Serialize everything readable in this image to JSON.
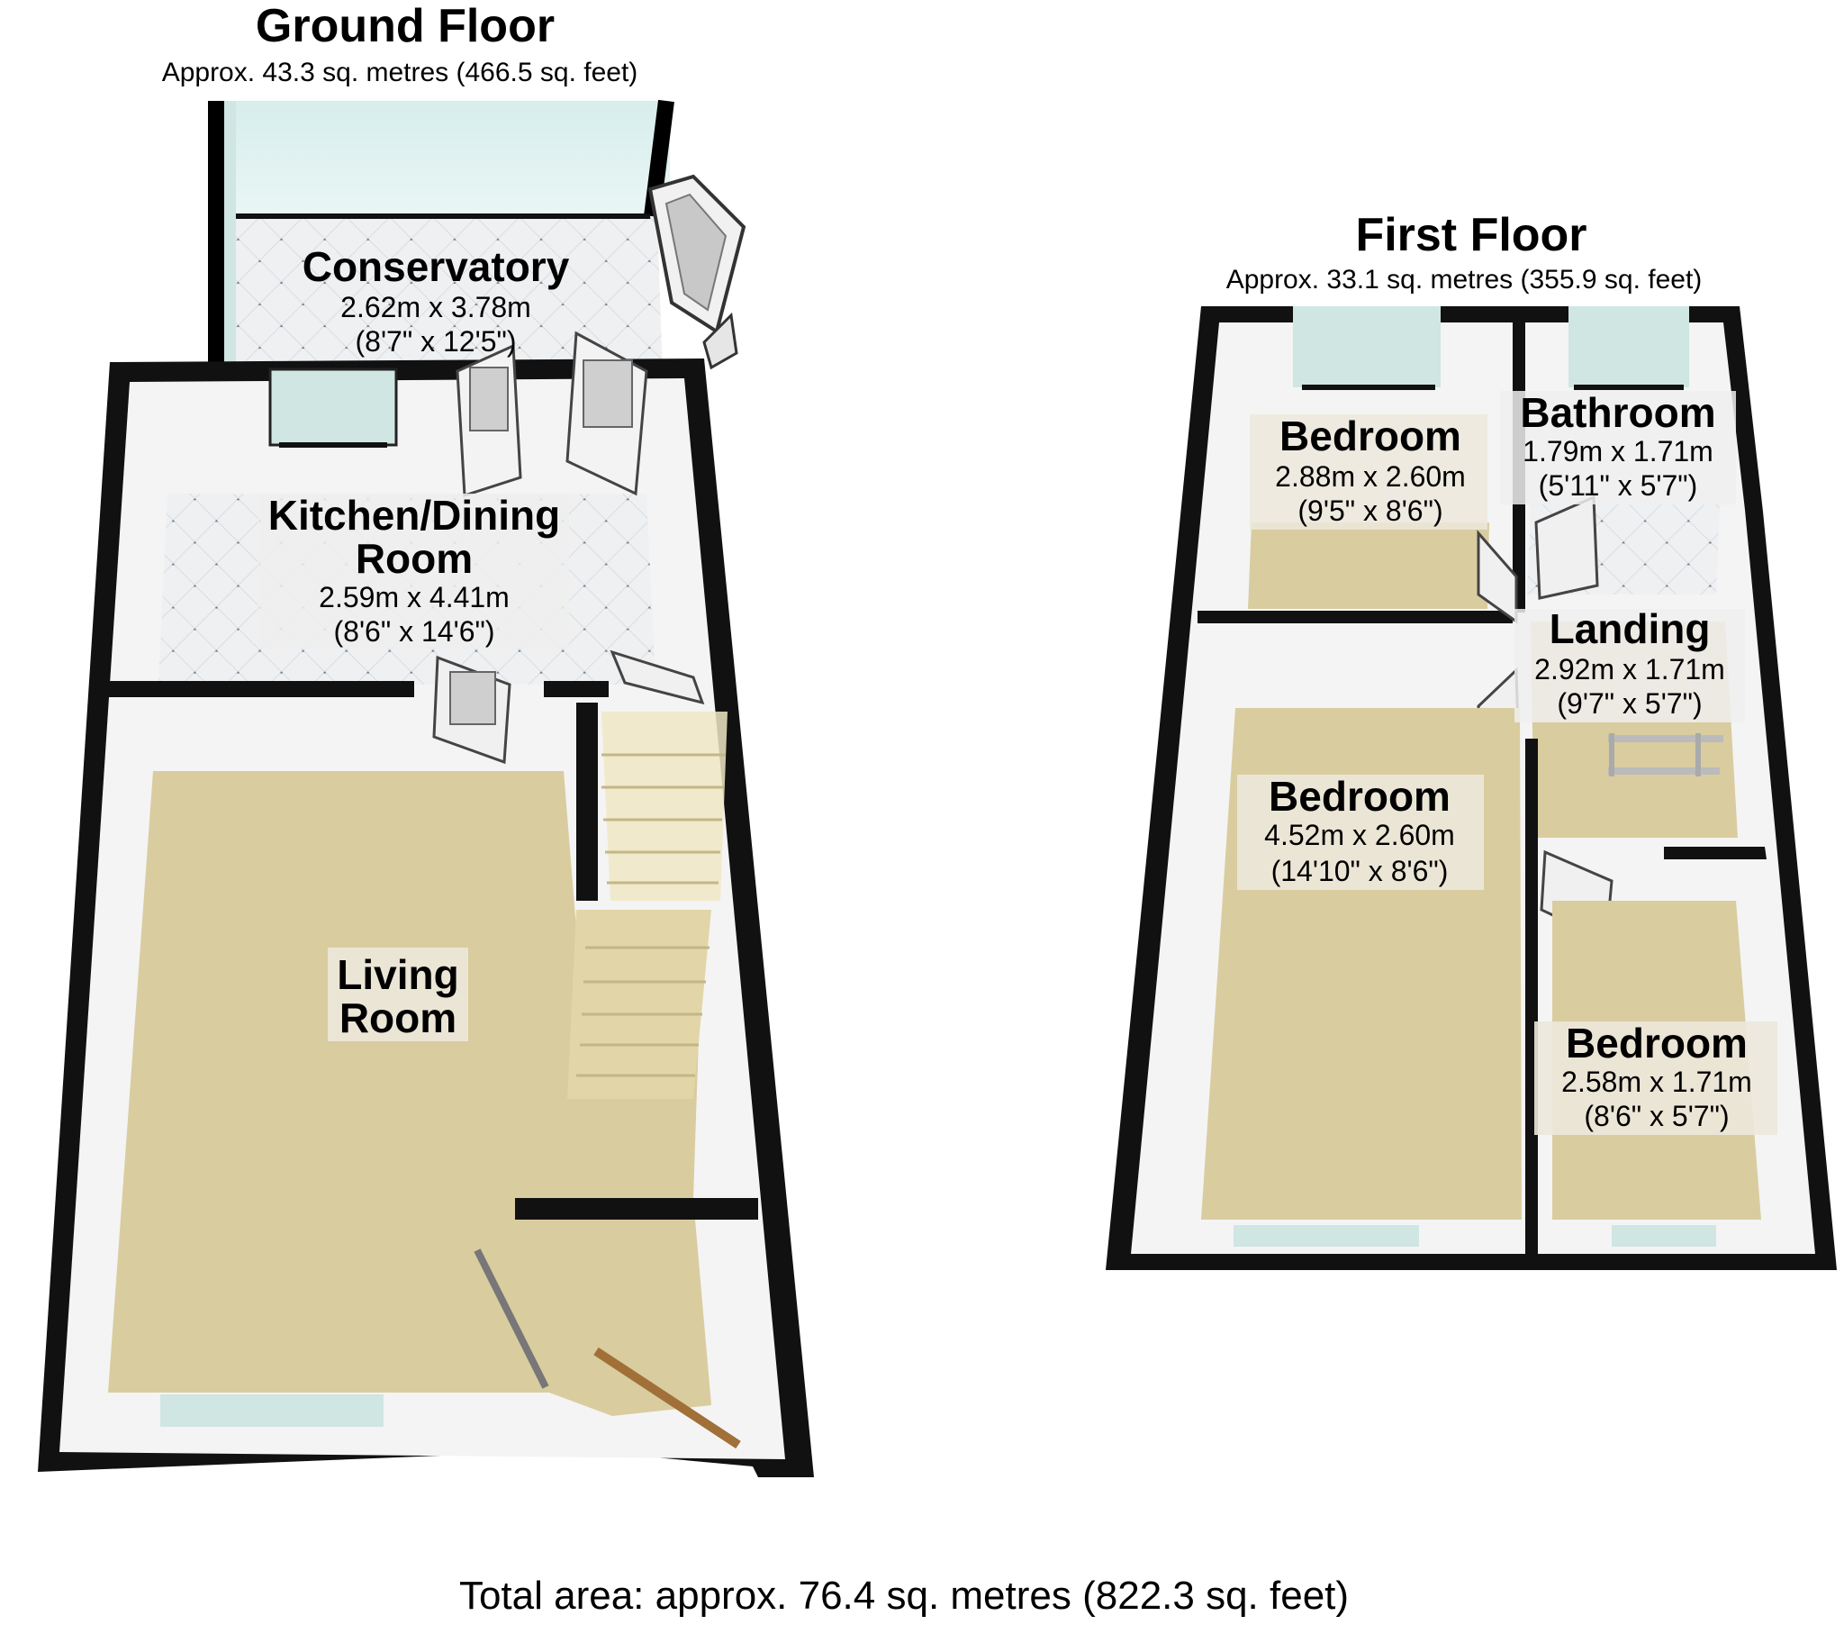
{
  "ground_floor": {
    "title": "Ground Floor",
    "area": "Approx. 43.3 sq. metres (466.5 sq. feet)",
    "rooms": [
      {
        "name": "Conservatory",
        "dim_m": "2.62m x 3.78m",
        "dim_ft": "(8'7\" x 12'5\")"
      },
      {
        "name_line1": "Kitchen/Dining",
        "name_line2": "Room",
        "dim_m": "2.59m x 4.41m",
        "dim_ft": "(8'6\" x 14'6\")"
      },
      {
        "name_line1": "Living",
        "name_line2": "Room"
      }
    ]
  },
  "first_floor": {
    "title": "First Floor",
    "area": "Approx. 33.1 sq. metres (355.9 sq. feet)",
    "rooms": [
      {
        "name": "Bedroom",
        "dim_m": "2.88m x 2.60m",
        "dim_ft": "(9'5\" x 8'6\")"
      },
      {
        "name": "Bathroom",
        "dim_m": "1.79m x 1.71m",
        "dim_ft": "(5'11\" x 5'7\")"
      },
      {
        "name": "Landing",
        "dim_m": "2.92m x 1.71m",
        "dim_ft": "(9'7\" x 5'7\")"
      },
      {
        "name": "Bedroom",
        "dim_m": "4.52m x 2.60m",
        "dim_ft": "(14'10\" x 8'6\")"
      },
      {
        "name": "Bedroom",
        "dim_m": "2.58m x 1.71m",
        "dim_ft": "(8'6\" x 5'7\")"
      }
    ]
  },
  "total_area": "Total area: approx. 76.4 sq. metres (822.3 sq. feet)",
  "colors": {
    "wall": "#000000",
    "inner_wall": "#f4f4f4",
    "carpet": "#d9cc9f",
    "tile_floor": "#eef0f2",
    "glass": "#cfe9e6",
    "stairs": "#e2d6a8",
    "label_bg": "#ece8dc"
  }
}
